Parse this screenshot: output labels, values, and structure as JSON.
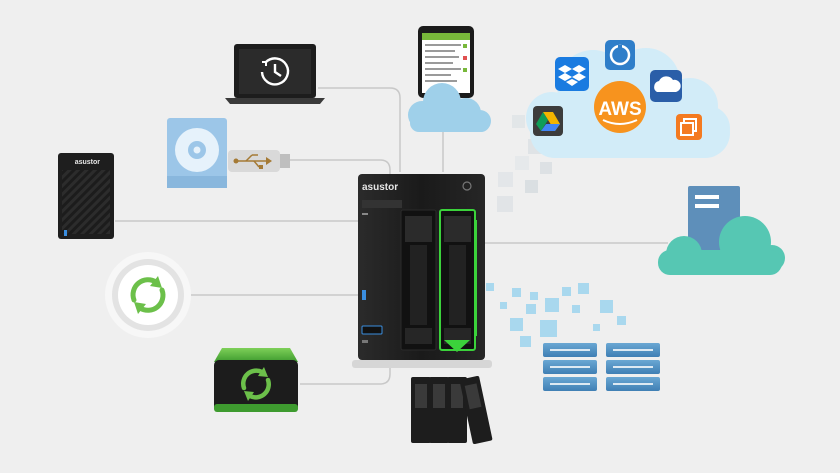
{
  "nas": {
    "brand": "asustor",
    "accent": "#3bd23b"
  },
  "small_nas": {
    "brand": "asustor"
  },
  "cloud_services": {
    "aws_label": "AWS",
    "icons": [
      "dropbox-icon",
      "backup-sync-icon",
      "onedrive-icon",
      "google-drive-icon",
      "aws-icon",
      "copy-icon"
    ]
  },
  "colors": {
    "cloud_fill": "#9fd0ea",
    "cloud_light": "#d2ecf8",
    "aws_orange": "#f7931e",
    "server_blue": "#5e8fba",
    "teal_cloud": "#56c7b3",
    "backup_green": "#6cc04a",
    "connector": "#c8c8c8",
    "cube": "#a9d8ee"
  },
  "icons": {
    "laptop": "time-machine-icon",
    "usb_drive": "usb-icon",
    "optical": "disc-icon",
    "phone": "mobile-app-icon",
    "backup_circle": "sync-backup-icon",
    "external_drive": "sync-backup-icon",
    "databases": "database-icon",
    "disks": "hard-disk-icon"
  }
}
